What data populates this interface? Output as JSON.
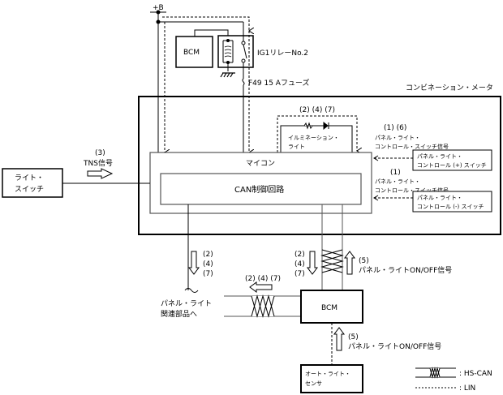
{
  "diagram": {
    "power_label": "+B",
    "meter_title": "コンビネーション・メータ",
    "bcm_top": "BCM",
    "relay_label": "IG1リレーNo.2",
    "fuse_label": "F49 15 Aフューズ",
    "illumination": {
      "codes": "(2) (4) (7)",
      "line1": "イルミネーション・",
      "line2": "ライト"
    },
    "signal_plus": {
      "codes": "(1) (6)",
      "line1": "パネル・ライト・",
      "line2": "コントロール・スイッチ信号"
    },
    "switch_plus": {
      "line1": "パネル・ライト・",
      "line2": "コントロール (+) スイッチ"
    },
    "signal_minus": {
      "codes": "(1)",
      "line1": "パネル・ライト・",
      "line2": "コントロール・スイッチ信号"
    },
    "switch_minus": {
      "line1": "パネル・ライト・",
      "line2": "コントロール (-) スイッチ"
    },
    "light_switch": {
      "line1": "ライト・",
      "line2": "スイッチ"
    },
    "tns": {
      "code": "(3)",
      "label": "TNS信号"
    },
    "micon": "マイコン",
    "can_circuit": "CAN制御回路",
    "left_down_codes": [
      "(2)",
      "(4)",
      "(7)"
    ],
    "mid_down_codes": [
      "(2)",
      "(4)",
      "(7)"
    ],
    "up_signal_top": {
      "code": "(5)",
      "label": "パネル・ライトON/OFF信号"
    },
    "panel_parts": {
      "line1": "パネル・ライト",
      "line2": "関連部品へ"
    },
    "horiz_codes": "(2) (4) (7)",
    "bcm_bottom": "BCM",
    "up_signal_bottom": {
      "code": "(5)",
      "label": "パネル・ライトON/OFF信号"
    },
    "auto_sensor": {
      "line1": "オート・ライト・",
      "line2": "センサ"
    },
    "legend": [
      {
        "symbol": "twisted-pair",
        "label": ": HS-CAN"
      },
      {
        "symbol": "dashed-line",
        "label": ": LIN"
      }
    ]
  }
}
